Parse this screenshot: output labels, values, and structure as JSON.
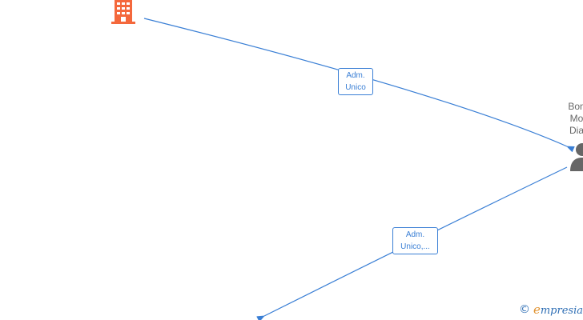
{
  "colors": {
    "edge": "#3a7fd5",
    "company_icon": "#f4683c",
    "person_icon": "#666666",
    "person_label": "#666666",
    "brand": "#2f6fb5"
  },
  "nodes": {
    "company": {
      "icon": "building-icon"
    },
    "person": {
      "icon": "person-icon",
      "name_lines": [
        "Bon",
        "Mo",
        "Dia"
      ]
    }
  },
  "edges": [
    {
      "label_lines": [
        "Adm.",
        "Unico"
      ]
    },
    {
      "label_lines": [
        "Adm.",
        "Unico,..."
      ]
    }
  ],
  "watermark": {
    "copyright_symbol": "©",
    "brand_initial": "e",
    "brand_rest": "mpresia"
  }
}
